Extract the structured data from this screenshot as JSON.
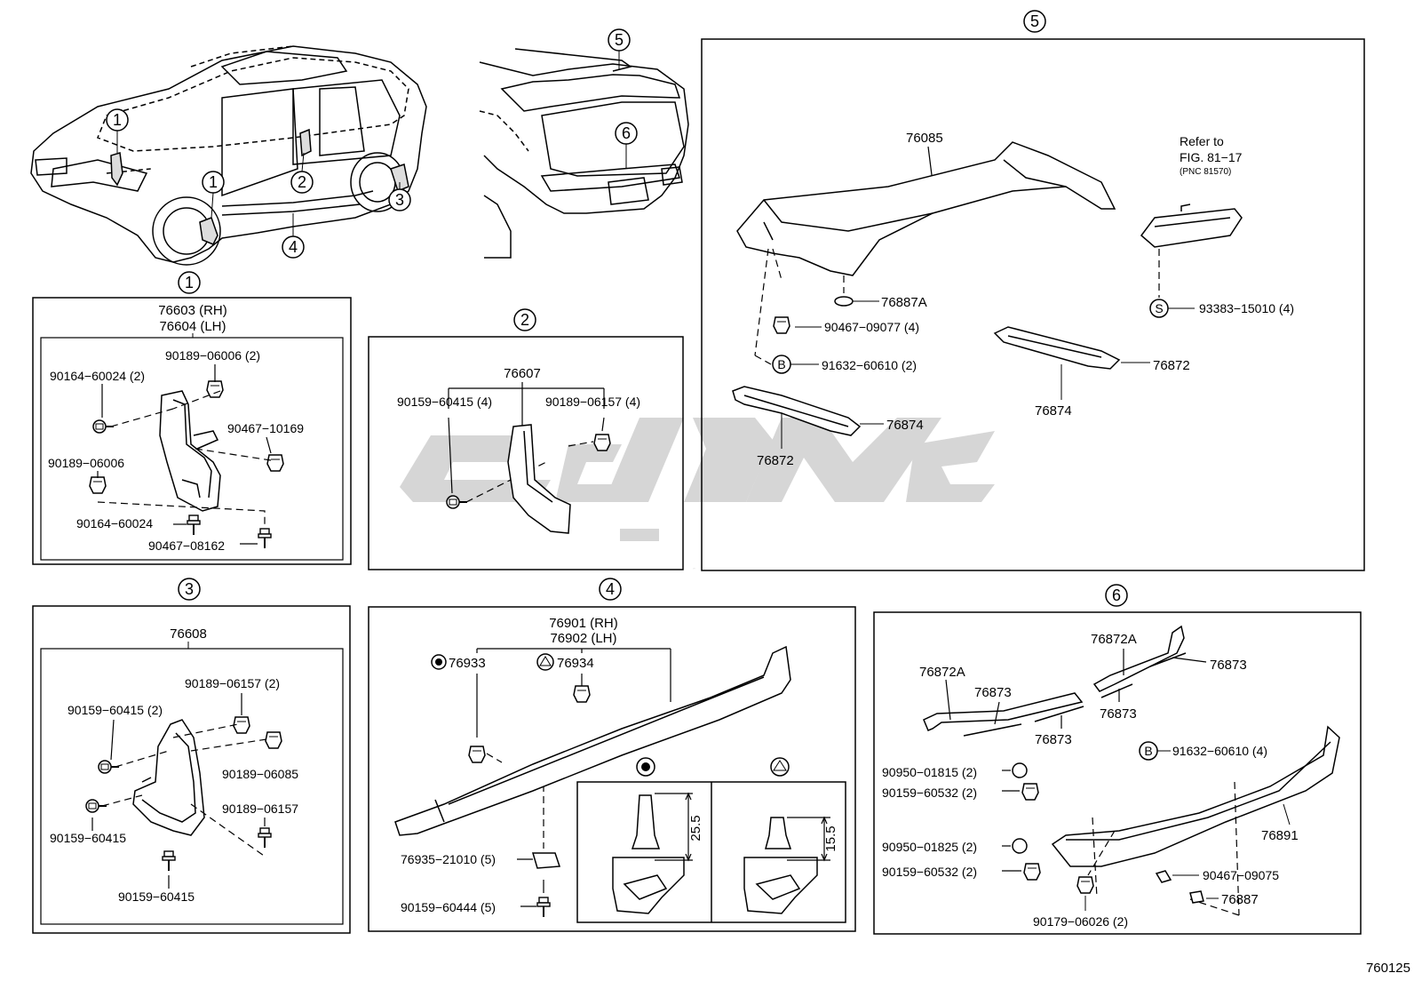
{
  "callouts": {
    "c1": "1",
    "c2": "2",
    "c3": "3",
    "c4": "4",
    "c5": "5",
    "c6": "6",
    "B": "B",
    "S": "S"
  },
  "panel1": {
    "title_rh": "76603 (RH)",
    "title_lh": "76604 (LH)",
    "p_90189_06006_2": "90189−06006 (2)",
    "p_90164_60024_2": "90164−60024 (2)",
    "p_90467_10169": "90467−10169",
    "p_90189_06006": "90189−06006",
    "p_90164_60024": "90164−60024",
    "p_90467_08162": "90467−08162"
  },
  "panel2": {
    "title": "76607",
    "p_90159_60415_4": "90159−60415 (4)",
    "p_90189_06157_4": "90189−06157 (4)"
  },
  "panel3": {
    "title": "76608",
    "p_90189_06157_2": "90189−06157 (2)",
    "p_90159_60415_2": "90159−60415 (2)",
    "p_90189_06085": "90189−06085",
    "p_90189_06157": "90189−06157",
    "p_90159_60415_a": "90159−60415",
    "p_90159_60415_b": "90159−60415"
  },
  "panel4": {
    "title_rh": "76901 (RH)",
    "title_lh": "76902 (LH)",
    "p_76933": "76933",
    "p_76934": "76934",
    "p_76935_21010": "76935−21010 (5)",
    "p_90159_60444": "90159−60444 (5)",
    "dim_a": "25.5",
    "dim_b": "15.5"
  },
  "panel5": {
    "p_76085": "76085",
    "refer1": "Refer to",
    "refer2": "FIG. 81−17",
    "refer3": "(PNC 81570)",
    "p_76887A": "76887A",
    "p_90467_09077": "90467−09077 (4)",
    "p_93383": "93383−15010 (4)",
    "p_91632_2": "91632−60610 (2)",
    "p_76872_r": "76872",
    "p_76874_r": "76874",
    "p_76874_l": "76874",
    "p_76872_l": "76872"
  },
  "panel6": {
    "p_76872A_a": "76872A",
    "p_76872A_b": "76872A",
    "p_76873_a": "76873",
    "p_76873_b": "76873",
    "p_76873_c": "76873",
    "p_76873_d": "76873",
    "p_91632_4": "91632−60610 (4)",
    "p_90950_01815": "90950−01815 (2)",
    "p_90159_60532_a": "90159−60532 (2)",
    "p_90950_01825": "90950−01825 (2)",
    "p_90159_60532_b": "90159−60532 (2)",
    "p_76891": "76891",
    "p_90467_09075": "90467−09075",
    "p_76887": "76887",
    "p_90179_06026": "90179−06026 (2)"
  },
  "watermark": "تويوتي",
  "figure_number": "760125"
}
